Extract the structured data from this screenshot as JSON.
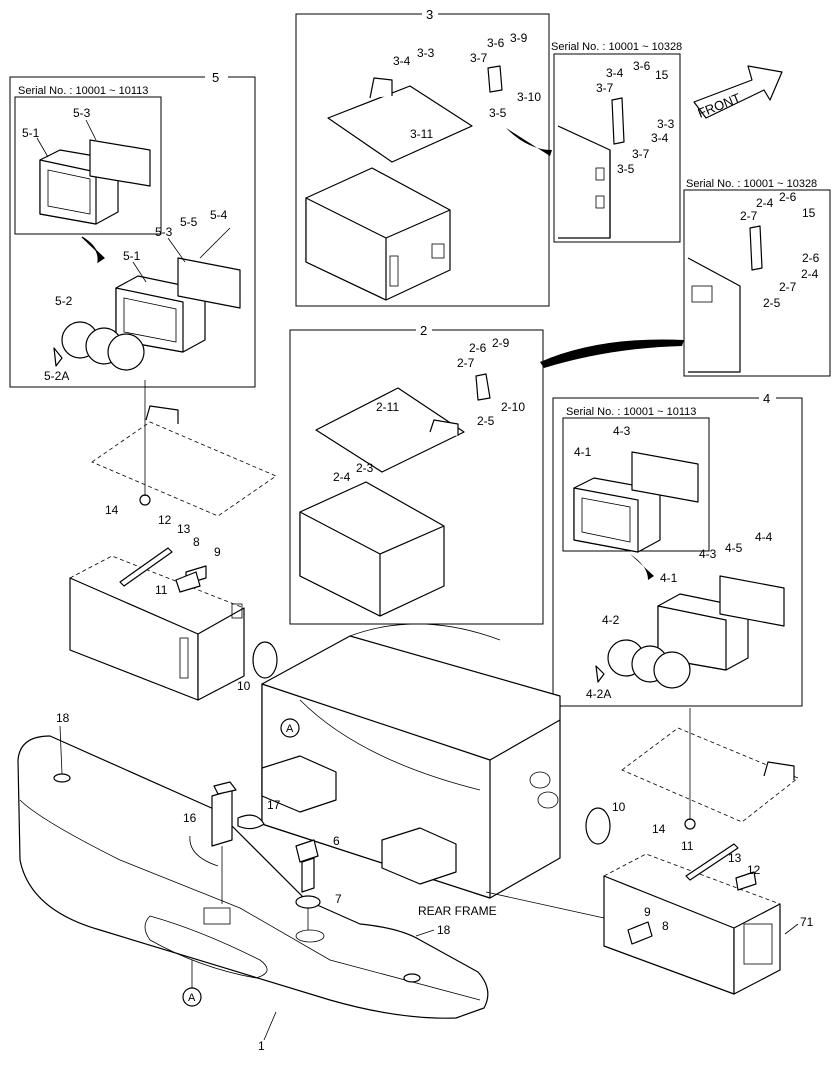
{
  "serials": {
    "s5": "Serial No. : 10001 ~ 10113",
    "s3": "Serial No. : 10001 ~ 10328",
    "s2": "Serial No. : 10001 ~ 10328",
    "s4": "Serial No. : 10001 ~ 10113"
  },
  "groups": {
    "g2": "2",
    "g3": "3",
    "g4": "4",
    "g5": "5"
  },
  "front_label": "FRONT",
  "rear_frame_label": "REAR FRAME",
  "ref_a1": "A",
  "ref_a2": "A",
  "callouts": {
    "c1": "1",
    "c6": "6",
    "c7": "7",
    "c8a": "8",
    "c8b": "8",
    "c9a": "9",
    "c9b": "9",
    "c10a": "10",
    "c10b": "10",
    "c11a": "11",
    "c11b": "11",
    "c12a": "12",
    "c12b": "12",
    "c13a": "13",
    "c13b": "13",
    "c14a": "14",
    "c14b": "14",
    "c15a": "15",
    "c15b": "15",
    "c16": "16",
    "c17": "17",
    "c18a": "18",
    "c18b": "18",
    "c71": "71",
    "c5_1a": "5-1",
    "c5_3a": "5-3",
    "c5_1b": "5-1",
    "c5_3b": "5-3",
    "c5_5": "5-5",
    "c5_4": "5-4",
    "c5_2": "5-2",
    "c5_2A": "5-2A",
    "c3_4a": "3-4",
    "c3_3a": "3-3",
    "c3_6a": "3-6",
    "c3_9": "3-9",
    "c3_7a": "3-7",
    "c3_10": "3-10",
    "c3_5a": "3-5",
    "c3_11": "3-11",
    "c3_4b": "3-4",
    "c3_6b": "3-6",
    "c3_7b": "3-7",
    "c3_3b": "3-3",
    "c3_4c": "3-4",
    "c3_7c": "3-7",
    "c3_5b": "3-5",
    "c2_6a": "2-6",
    "c2_9": "2-9",
    "c2_7a": "2-7",
    "c2_11": "2-11",
    "c2_10": "2-10",
    "c2_5a": "2-5",
    "c2_4a": "2-4",
    "c2_3": "2-3",
    "c2_4b": "2-4",
    "c2_6b": "2-6",
    "c2_7b": "2-7",
    "c2_6c": "2-6",
    "c2_4c": "2-4",
    "c2_7c": "2-7",
    "c2_5b": "2-5",
    "c4_3a": "4-3",
    "c4_1a": "4-1",
    "c4_5": "4-5",
    "c4_4": "4-4",
    "c4_3b": "4-3",
    "c4_1b": "4-1",
    "c4_2": "4-2",
    "c4_2A": "4-2A"
  }
}
